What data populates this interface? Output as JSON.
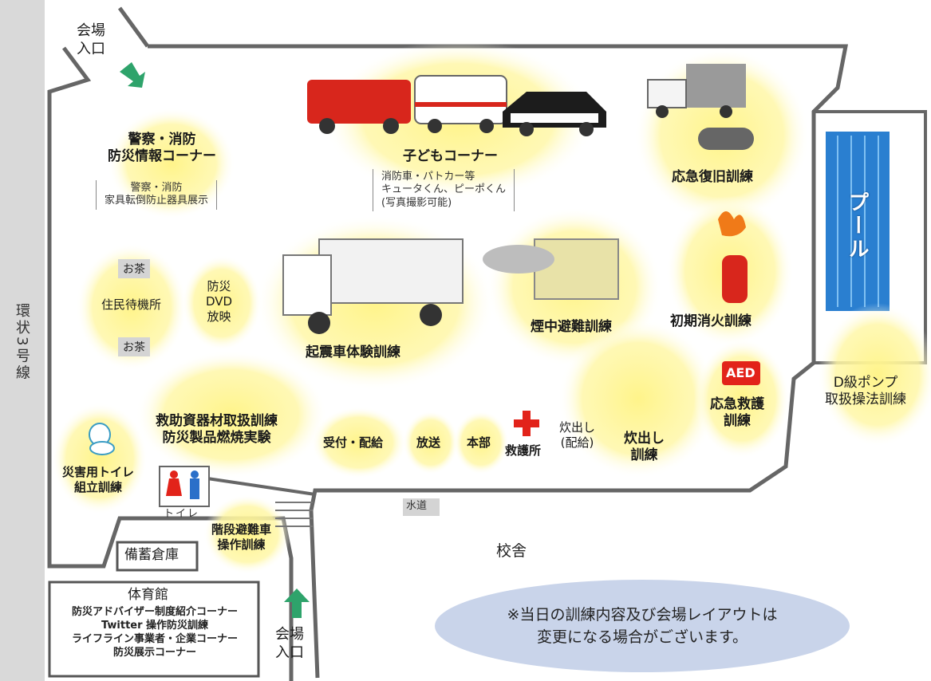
{
  "road": "環状3号線",
  "entrance_top": "会場\n入口",
  "entrance_bottom": "会場\n入口",
  "areas": {
    "police_fire_title": "警察・消防\n防災情報コーナー",
    "police_fire_sub": "警察・消防\n家具転倒防止器具展示",
    "kids_title": "子どもコーナー",
    "kids_sub": "消防車・パトカー等\nキュータくん、ピーポくん\n(写真撮影可能)",
    "recovery": "応急復旧訓練",
    "pool": "プール",
    "tea1": "お茶",
    "tea2": "お茶",
    "shelter": "住民待機所",
    "dvd": "防災\nDVD\n放映",
    "quake_truck": "起震車体験訓練",
    "smoke": "煙中避難訓練",
    "extinguish": "初期消火訓練",
    "rescue_tools": "救助資器材取扱訓練\n防災製品燃焼実験",
    "reception": "受付・配給",
    "broadcast": "放送",
    "hq": "本部",
    "aid_station": "救護所",
    "cooking_dist": "炊出し\n(配給)",
    "cooking_training": "炊出し\n訓練",
    "aed_badge": "AED",
    "first_aid": "応急救護\n訓練",
    "d_pump": "D級ポンプ\n取扱操法訓練",
    "toilet_training": "災害用トイレ\n組立訓練",
    "toilet": "トイレ",
    "stairs_chair": "階段避難車\n操作訓練",
    "water": "水道",
    "storage": "備蓄倉庫",
    "school": "校舎",
    "gym_title": "体育館",
    "gym_items": "防災アドバイザー制度紹介コーナー\nTwitter 操作防災訓練\nライフライン事業者・企業コーナー\n防災展示コーナー"
  },
  "notice": "※当日の訓練内容及び会場レイアウトは\n変更になる場合がございます。",
  "colors": {
    "glow": "#fff48a",
    "road": "#d9d9d9",
    "notice_bg": "#c9d4ea",
    "arrow": "#2ea36b",
    "red": "#e2231a",
    "pool_blue": "#2a7fd0"
  }
}
